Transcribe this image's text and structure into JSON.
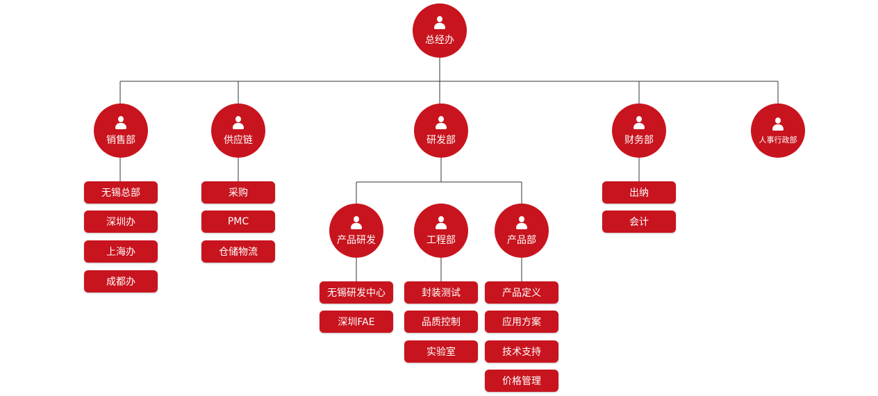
{
  "colors": {
    "accent": "#c8141e",
    "line": "#333333"
  },
  "root": {
    "label": "总经办",
    "icon": "person-icon"
  },
  "departments": [
    {
      "label": "销售部",
      "children": [
        "无锡总部",
        "深圳办",
        "上海办",
        "成都办"
      ]
    },
    {
      "label": "供应链",
      "children": [
        "采购",
        "PMC",
        "仓储物流"
      ]
    },
    {
      "label": "研发部",
      "subdepartments": [
        {
          "label": "产品研发",
          "children": [
            "无锡研发中心",
            "深圳FAE"
          ]
        },
        {
          "label": "工程部",
          "children": [
            "封装测试",
            "品质控制",
            "实验室"
          ]
        },
        {
          "label": "产品部",
          "children": [
            "产品定义",
            "应用方案",
            "技术支持",
            "价格管理"
          ]
        }
      ]
    },
    {
      "label": "财务部",
      "children": [
        "出纳",
        "会计"
      ]
    },
    {
      "label": "人事行政部",
      "children": []
    }
  ]
}
